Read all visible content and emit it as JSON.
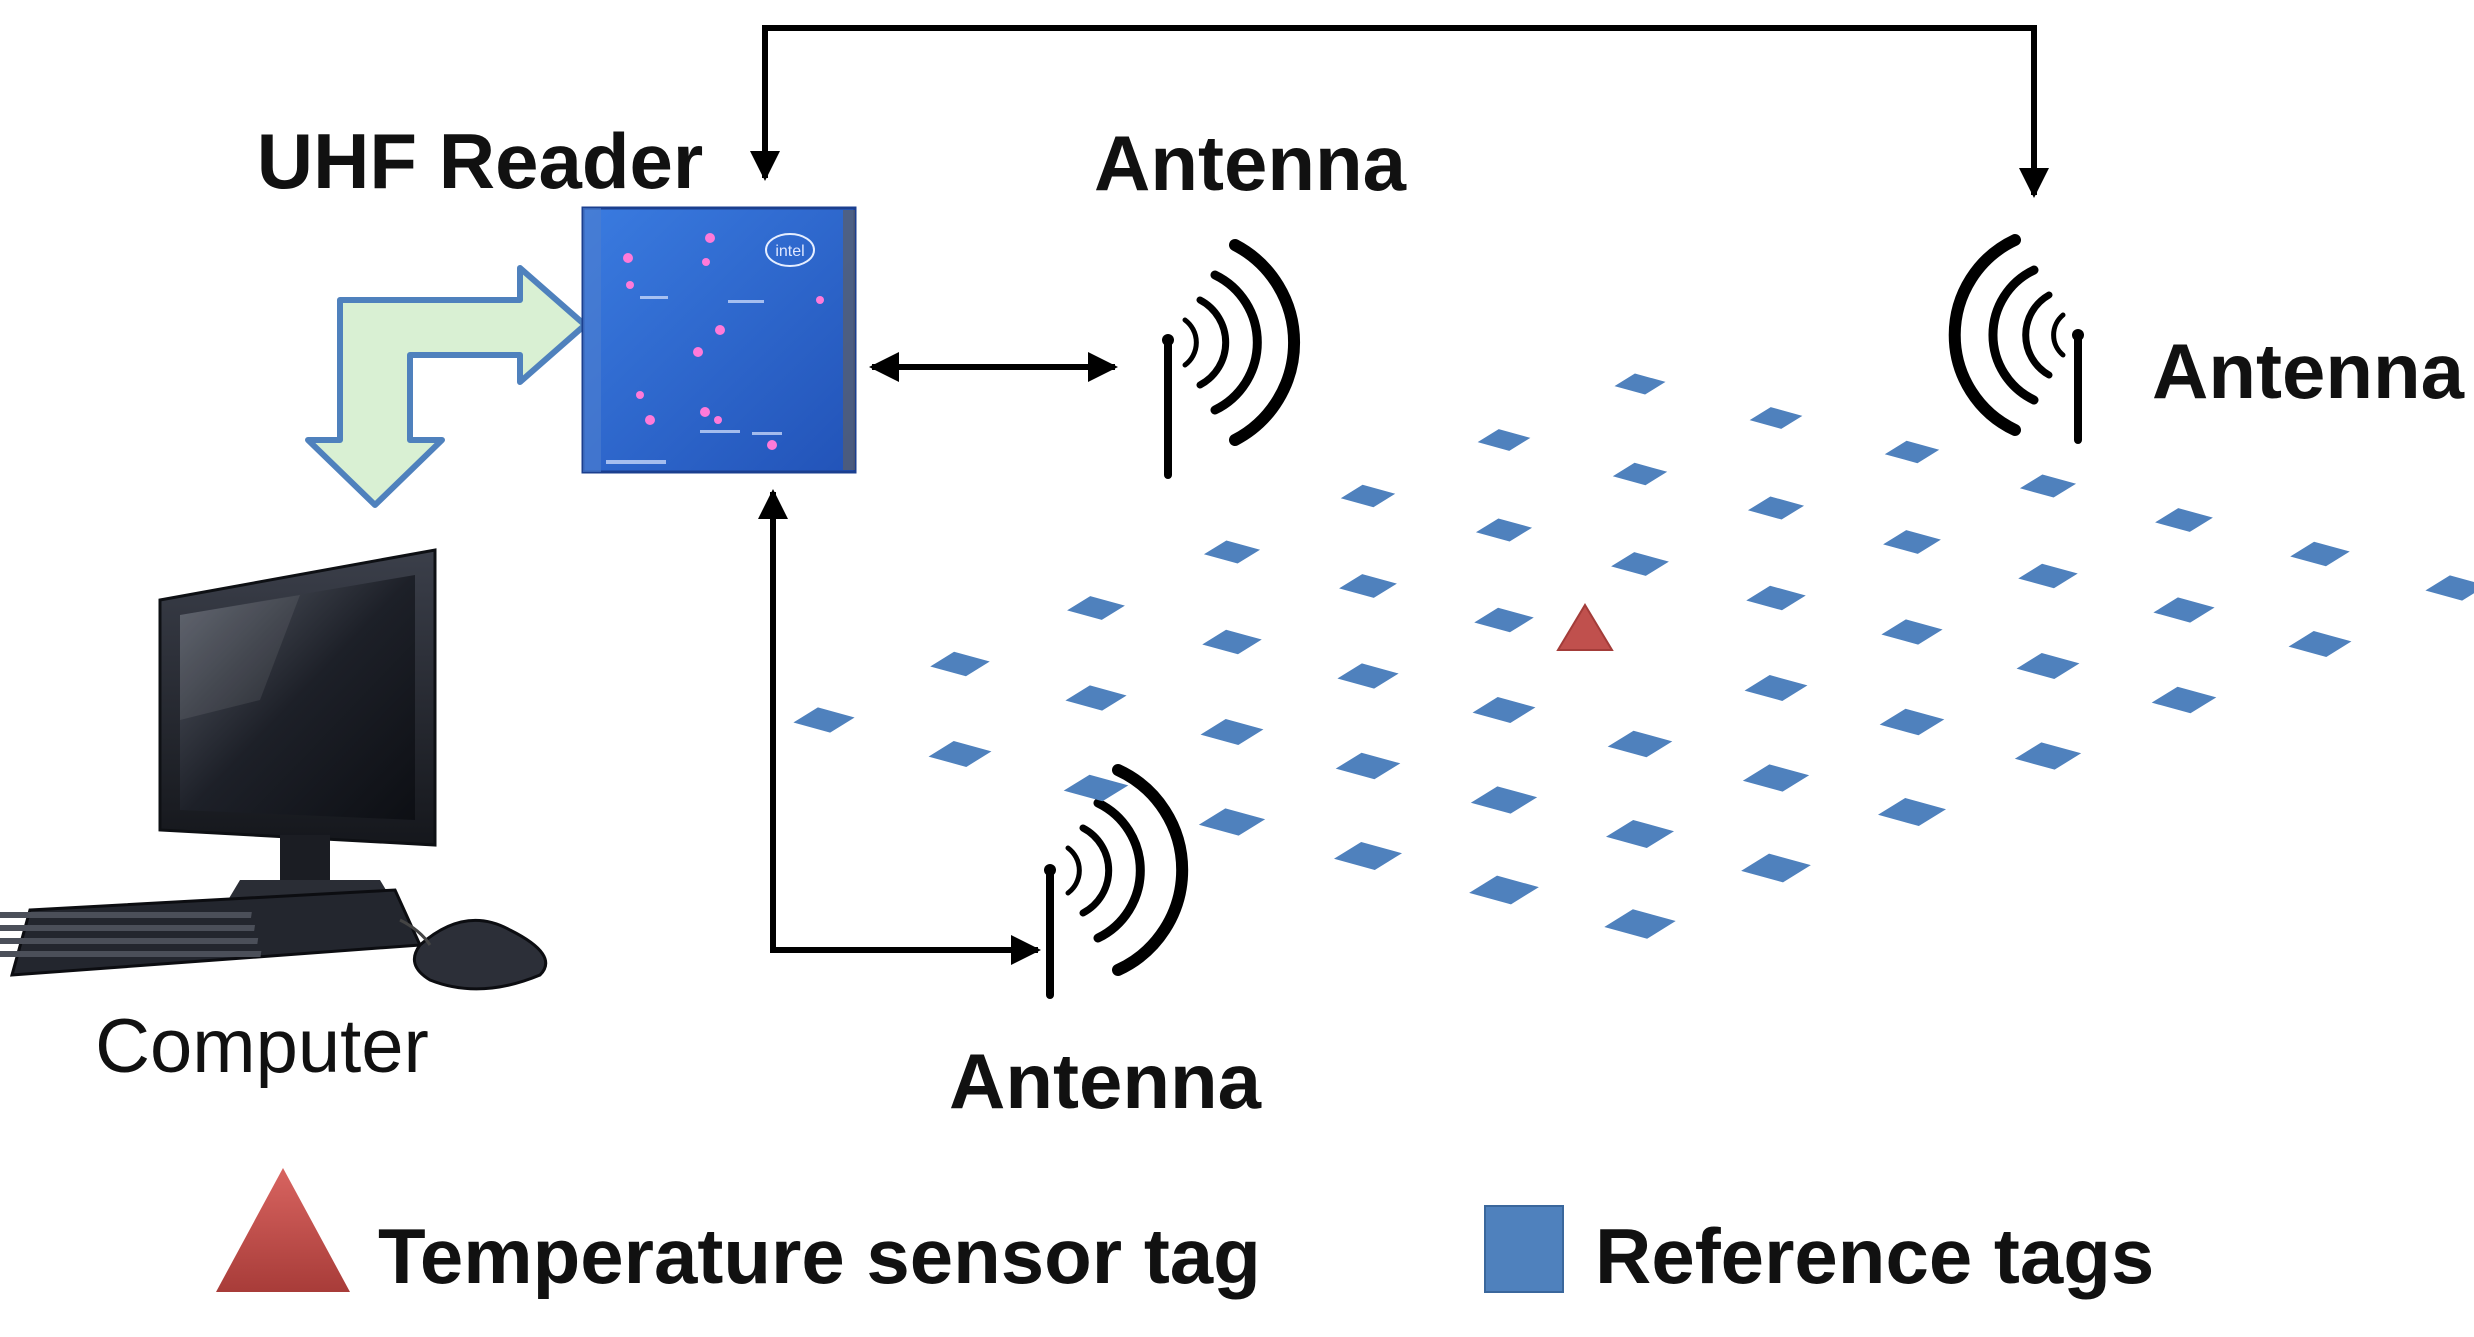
{
  "labels": {
    "reader": "UHF Reader",
    "antenna_top_center": "Antenna",
    "antenna_top_right": "Antenna",
    "antenna_bottom": "Antenna",
    "computer": "Computer"
  },
  "reader_board": {
    "logo_text": "intel"
  },
  "legend": {
    "sensor_tag": "Temperature sensor tag",
    "reference_tags": "Reference tags"
  },
  "colors": {
    "reference_tag": "#4f81bd",
    "sensor_tag": "#c0504d",
    "reader_board": "#2f6ad3",
    "data_arrow_fill": "#d9f0d3",
    "data_arrow_stroke": "#4f81bd",
    "connector": "#000000"
  }
}
